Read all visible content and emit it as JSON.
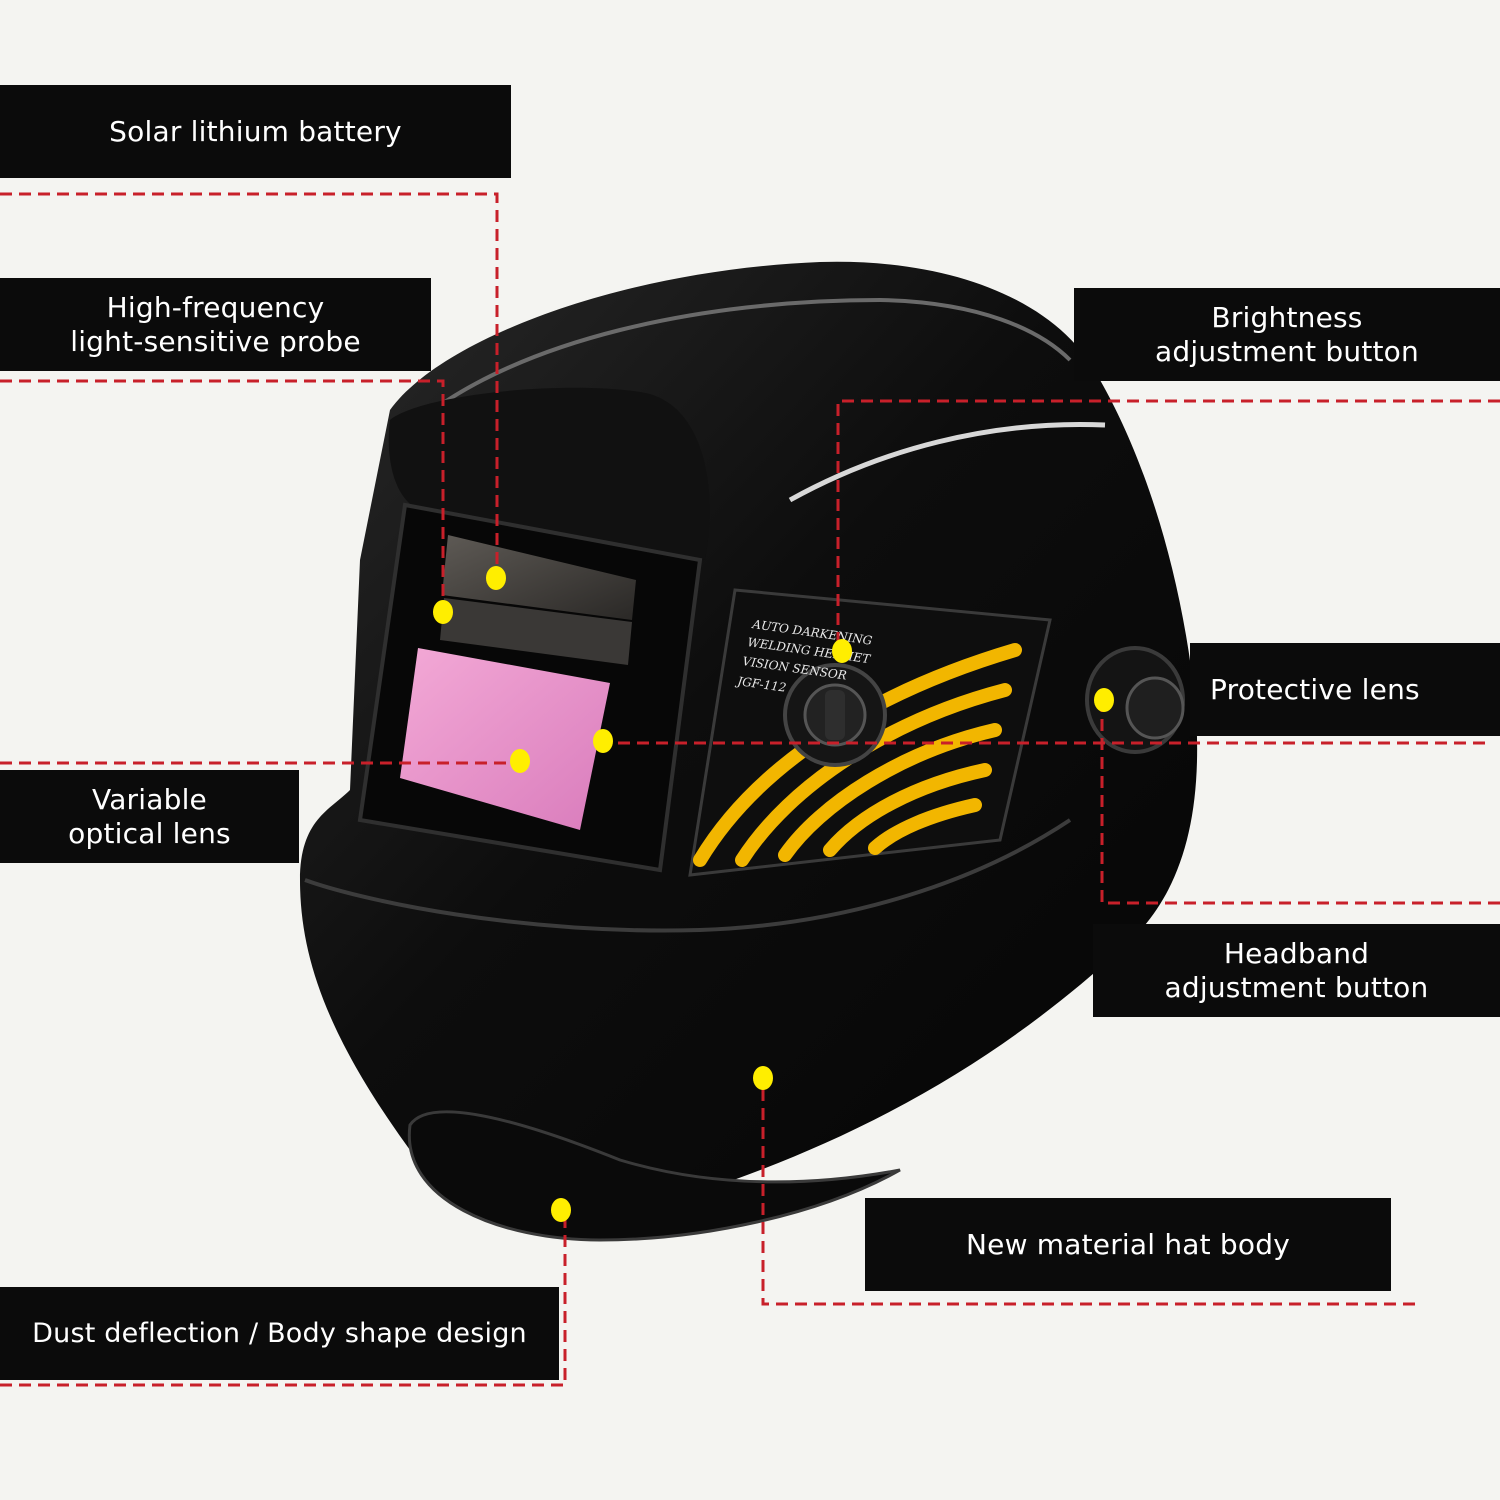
{
  "product": {
    "panel_text": [
      "AUTO DARKENING",
      "WELDING HELMET",
      "VISION SENSOR",
      "JGF-112"
    ]
  },
  "labels": {
    "solar_battery": [
      "Solar lithium battery"
    ],
    "probe": [
      "High-frequency",
      "light-sensitive probe"
    ],
    "brightness": [
      "Brightness",
      "adjustment button"
    ],
    "protective_lens": [
      "Protective lens"
    ],
    "variable_lens": [
      "Variable",
      "optical lens"
    ],
    "headband": [
      "Headband",
      "adjustment button"
    ],
    "hat_body": [
      "New material hat body"
    ],
    "dust": [
      "Dust deflection / Body shape design"
    ]
  },
  "colors": {
    "background": "#f4f4f1",
    "label_bg": "#0b0b0b",
    "label_text": "#ffffff",
    "leader_line": "#c8202a",
    "marker": "#ffee00",
    "helmet": "#0c0c0c",
    "accent_stripes": "#f2b600",
    "lens": "#e488c4"
  }
}
